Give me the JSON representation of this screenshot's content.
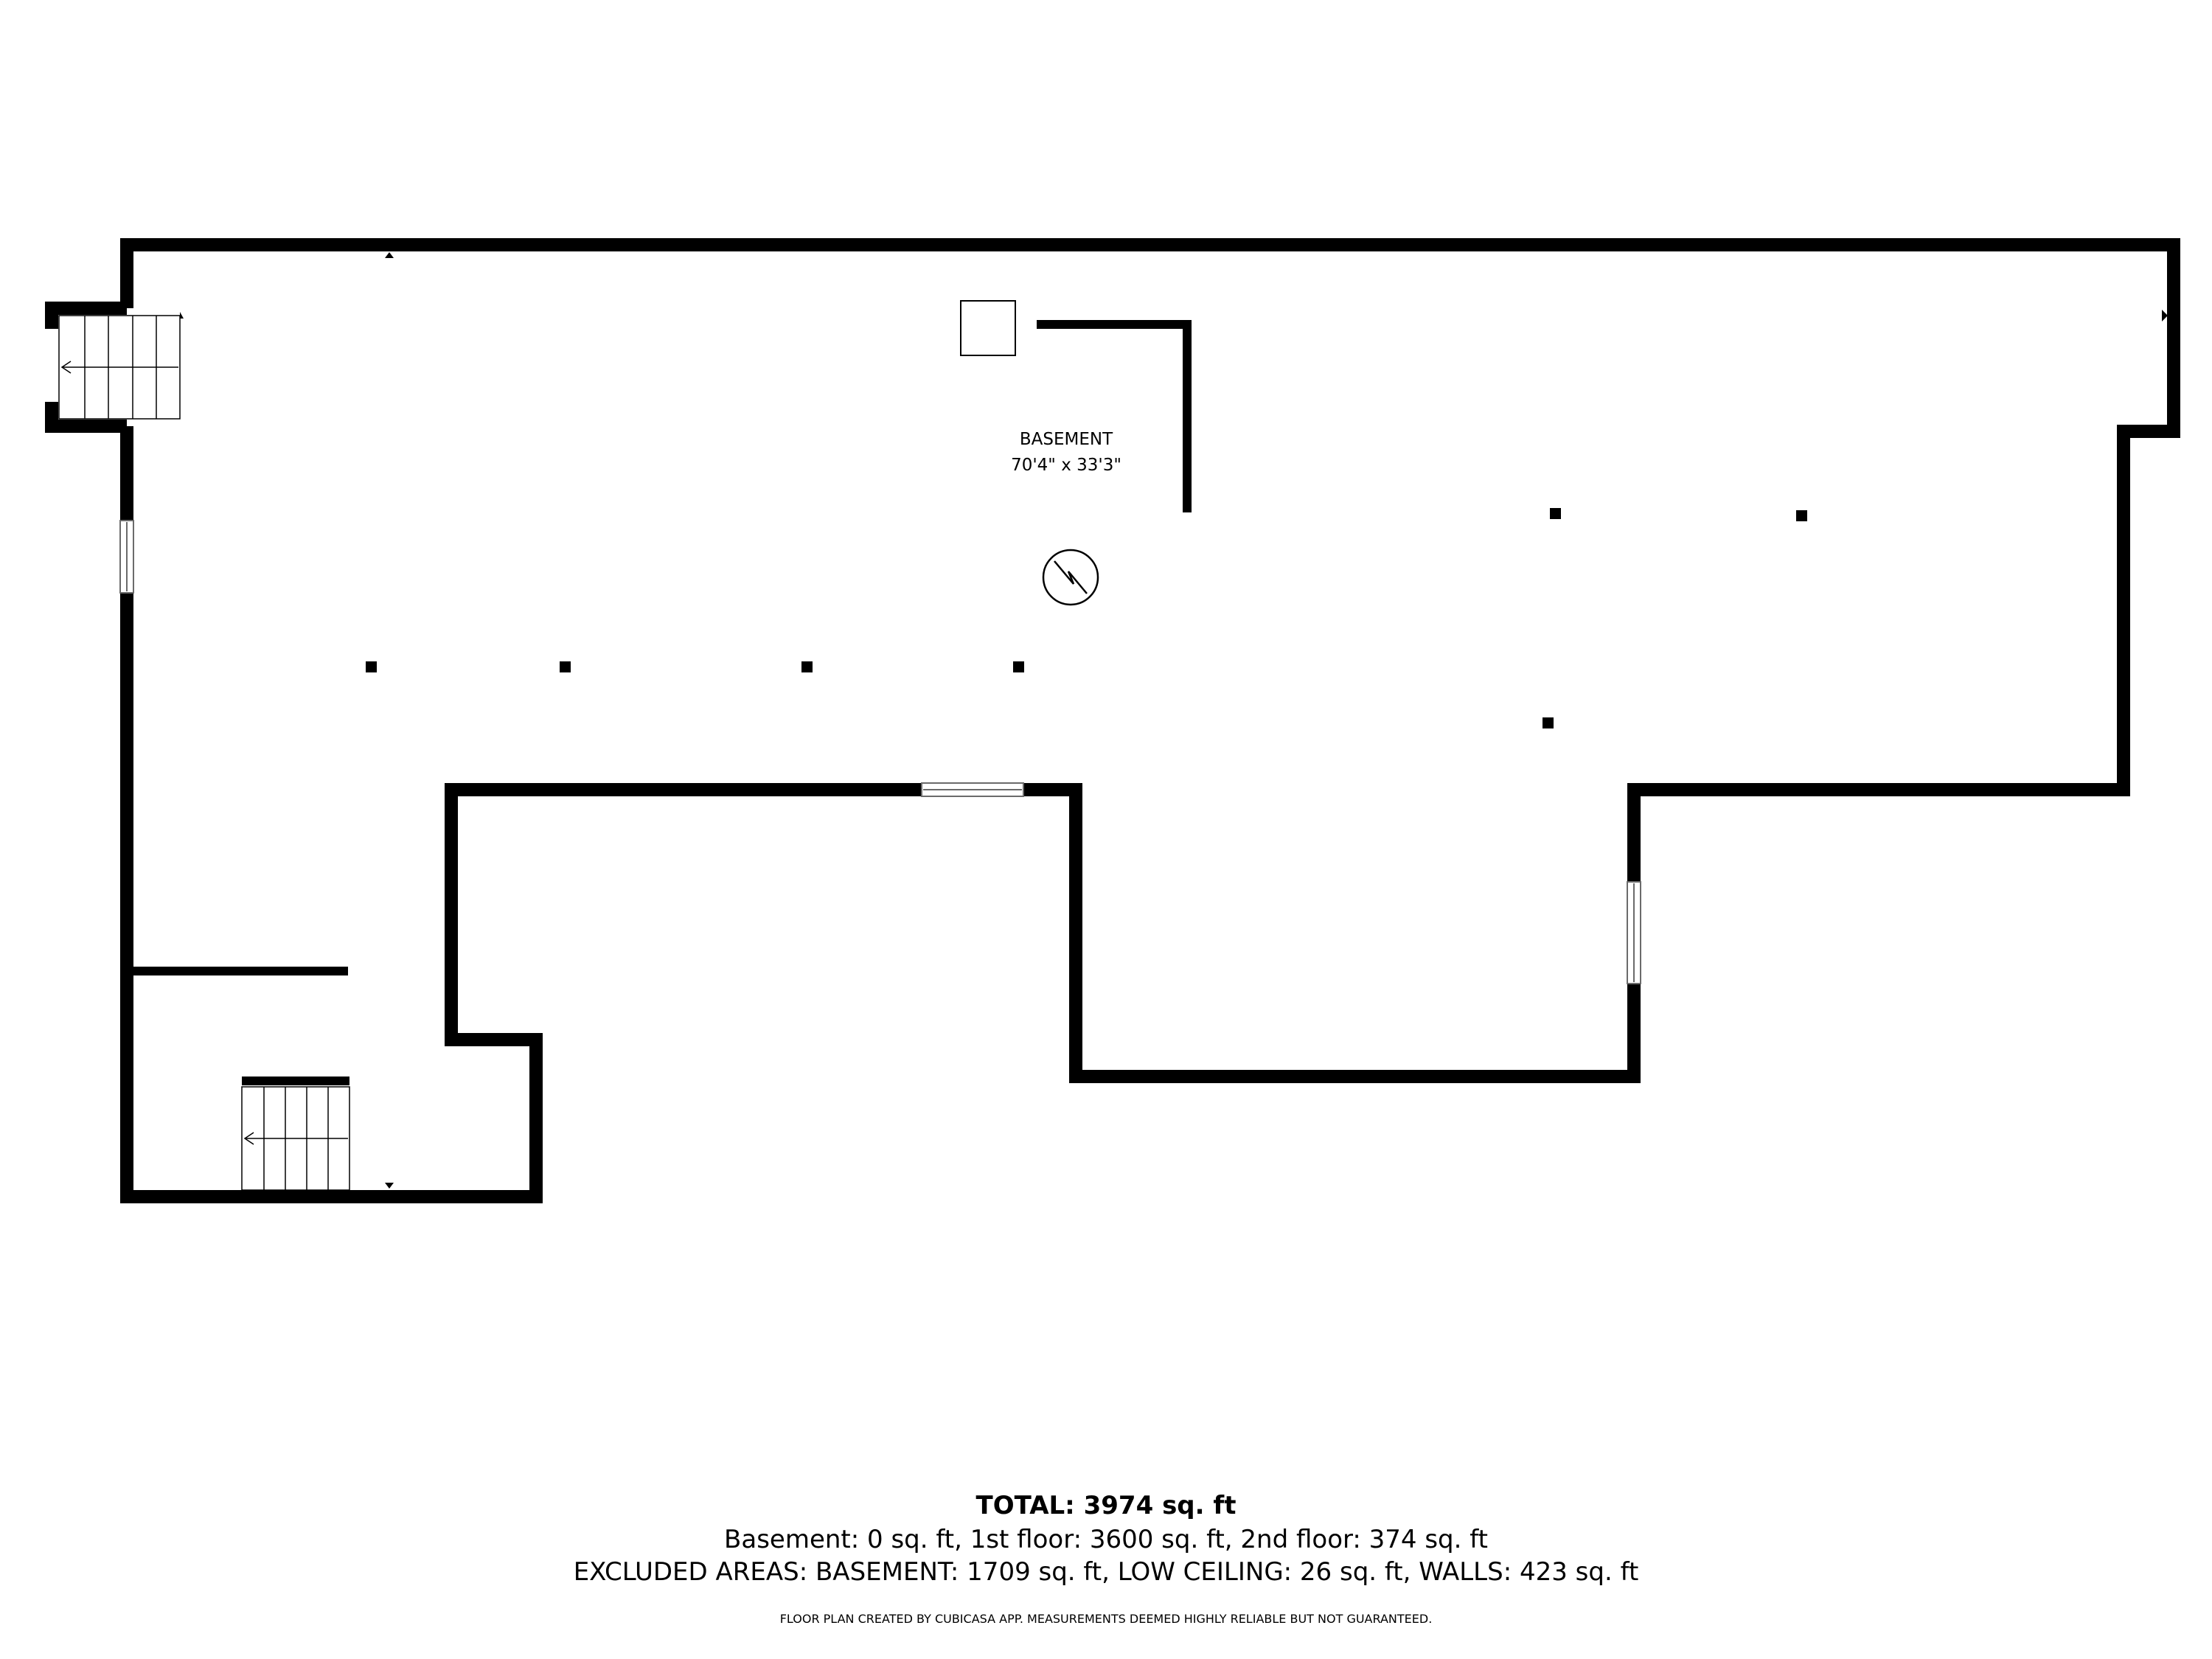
{
  "rooms": [
    {
      "name": "BASEMENT",
      "dimensions": "70'4\" x 33'3\""
    }
  ],
  "summary": {
    "total": "TOTAL: 3974 sq. ft",
    "floors": "Basement: 0 sq. ft, 1st floor: 3600 sq. ft, 2nd floor: 374 sq. ft",
    "excluded": "EXCLUDED AREAS: BASEMENT: 1709 sq. ft, LOW CEILING: 26 sq. ft, WALLS: 423 sq. ft"
  },
  "disclaimer": "FLOOR PLAN CREATED BY CUBICASA APP. MEASUREMENTS DEEMED HIGHLY RELIABLE BUT NOT GUARANTEED.",
  "colors": {
    "wall": "#000000",
    "background": "#ffffff",
    "window_frame": "#6b6b6b"
  },
  "icons": [
    "staircase-icon",
    "water-heater-icon",
    "support-post-icon",
    "window-icon",
    "door-marker-icon"
  ]
}
